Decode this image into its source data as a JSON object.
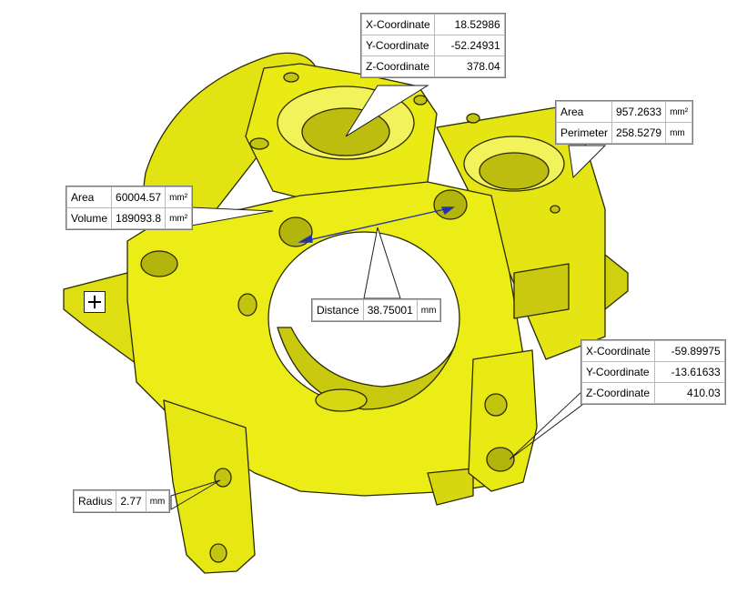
{
  "colors": {
    "part": "#e9ea14",
    "edge": "#2a2a00",
    "dark": "#9a9a00",
    "leader": "#1f1f1f",
    "arrow": "#2233aa"
  },
  "icons": {
    "crosshair": "plus-icon"
  },
  "measurements": {
    "point_top": {
      "rows": [
        {
          "label": "X-Coordinate",
          "value": "18.52986",
          "unit": ""
        },
        {
          "label": "Y-Coordinate",
          "value": "-52.24931",
          "unit": ""
        },
        {
          "label": "Z-Coordinate",
          "value": "378.04",
          "unit": ""
        }
      ]
    },
    "face_right": {
      "rows": [
        {
          "label": "Area",
          "value": "957.2633",
          "unit": "mm²"
        },
        {
          "label": "Perimeter",
          "value": "258.5279",
          "unit": "mm"
        }
      ]
    },
    "body_left": {
      "rows": [
        {
          "label": "Area",
          "value": "60004.57",
          "unit": "mm²"
        },
        {
          "label": "Volume",
          "value": "189093.8",
          "unit": "mm²"
        }
      ]
    },
    "distance": {
      "rows": [
        {
          "label": "Distance",
          "value": "38.75001",
          "unit": "mm"
        }
      ]
    },
    "point_bottom": {
      "rows": [
        {
          "label": "X-Coordinate",
          "value": "-59.89975",
          "unit": ""
        },
        {
          "label": "Y-Coordinate",
          "value": "-13.61633",
          "unit": ""
        },
        {
          "label": "Z-Coordinate",
          "value": "410.03",
          "unit": ""
        }
      ]
    },
    "radius": {
      "rows": [
        {
          "label": "Radius",
          "value": "2.77",
          "unit": "mm"
        }
      ]
    }
  }
}
